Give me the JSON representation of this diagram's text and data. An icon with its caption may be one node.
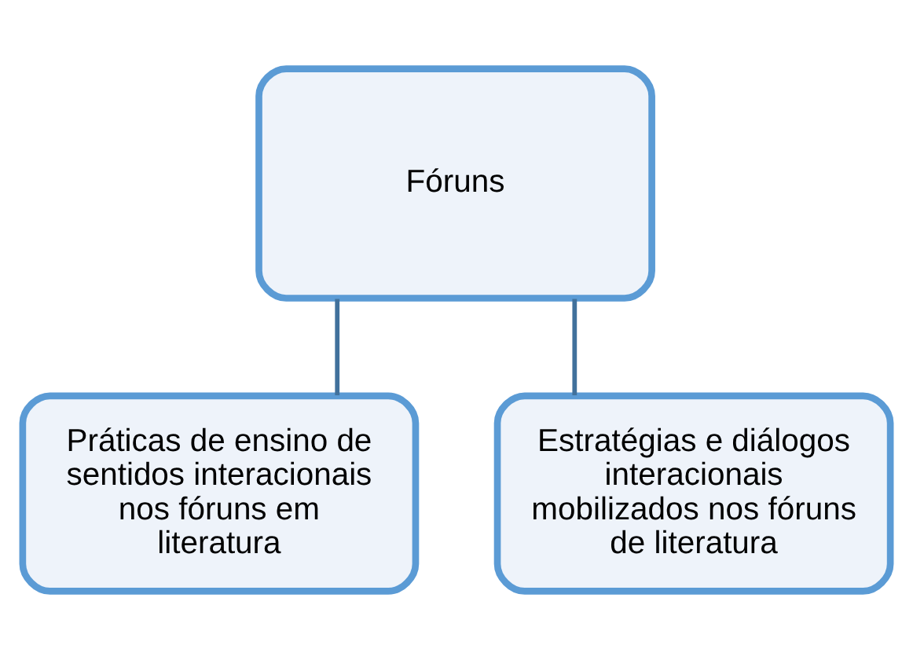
{
  "diagram": {
    "nodes": [
      {
        "text": [
          "Fóruns"
        ]
      },
      {
        "text": [
          "Práticas de ensino de sentidos interacionais nos fóruns em literatura"
        ]
      },
      {
        "text": [
          "Estratégias e diálogos interacionais mobilizados nos fóruns de literatura"
        ]
      }
    ],
    "edges": [
      {
        "from": 0,
        "to": 1,
        "arrow": "none"
      },
      {
        "from": 0,
        "to": 2,
        "arrow": "none"
      }
    ]
  }
}
